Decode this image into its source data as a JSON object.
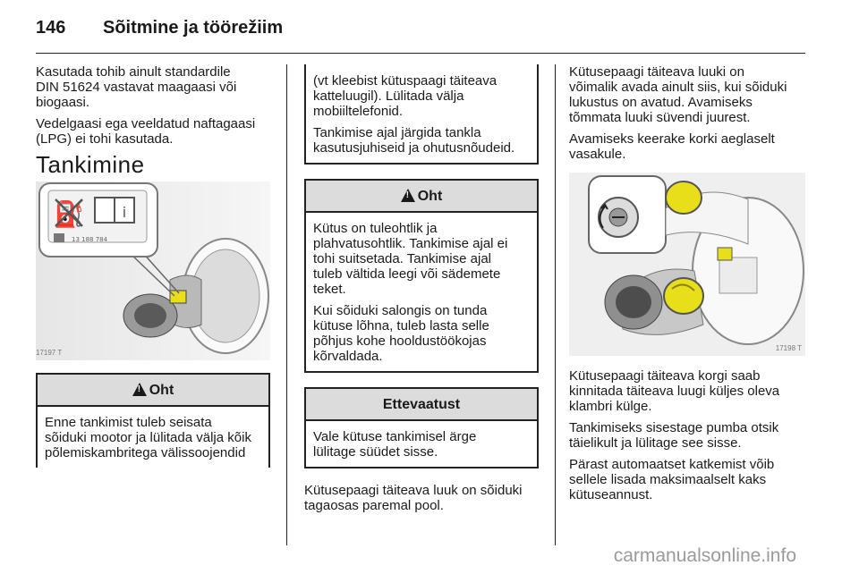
{
  "header": {
    "page_number": "146",
    "title": "Sõitmine ja töörežiim"
  },
  "col1": {
    "p1": "Kasutada tohib ainult standardile\nDIN 51624 vastavat maagaasi või\nbiogaasi.",
    "p2": "Vedelgaasi ega veeldatud naftagaasi\n(LPG) ei tohi kasutada.",
    "heading": "Tankimine",
    "figure_label": "17197 T",
    "label_code": "13 188 784",
    "warning_title": "Oht",
    "warning_text": "Enne tankimist tuleb seisata\nsõiduki mootor ja lülitada välja kõik\npõlemiskambritega välissoojendid"
  },
  "col2": {
    "cont_p1": "(vt kleebist kütuspaagi täiteava\nkatteluugil). Lülitada välja\nmobiiltelefonid.",
    "cont_p2": "Tankimise ajal järgida tankla\nkasutusjuhiseid ja ohutusnõudeid.",
    "warning_title": "Oht",
    "warning_p1": "Kütus on tuleohtlik ja\nplahvatusohtlik. Tankimise ajal ei\ntohi suitsetada. Tankimise ajal\ntuleb vältida leegi või sädemete\nteket.",
    "warning_p2": "Kui sõiduki salongis on tunda\nkütuse lõhna, tuleb lasta selle\npõhjus kohe hooldustöökojas\nkõrvaldada.",
    "caution_title": "Ettevaatust",
    "caution_text": "Vale kütuse tankimisel ärge\nlülitage süüdet sisse.",
    "p_after": "Kütusepaagi täiteava luuk on sõiduki\ntagaosas paremal pool."
  },
  "col3": {
    "p1": "Kütusepaagi täiteava luuki on\nvõimalik avada ainult siis, kui sõiduki\nlukustus on avatud. Avamiseks\ntõmmata luuki süvendi juurest.",
    "p2": "Avamiseks keerake korki aeglaselt\nvasakule.",
    "figure_label": "17198 T",
    "p3": "Kütusepaagi täiteava korgi saab\nkinnitada täiteava luugi küljes oleva\nklambri külge.",
    "p4": "Tankimiseks sisestage pumba otsik\ntäielikult ja lülitage see sisse.",
    "p5": "Pärast automaatset katkemist võib\nsellele lisada maksimaalselt kaks\nkütuseannust."
  },
  "watermark": "carmanualsonline.info",
  "colors": {
    "box_header_bg": "#dcdcdc",
    "cap_yellow": "#e8df1a",
    "rule": "#222222"
  }
}
